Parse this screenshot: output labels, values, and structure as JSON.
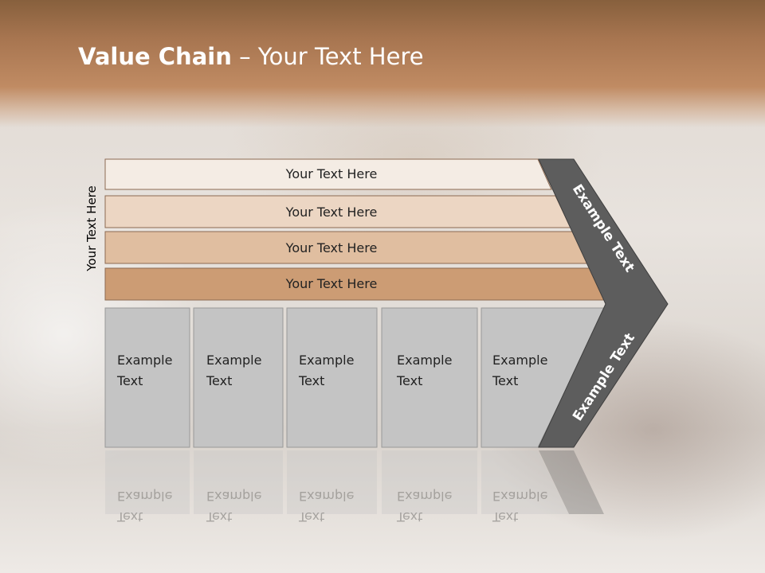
{
  "title": {
    "bold": "Value Chain",
    "rest": " – Your Text Here"
  },
  "side_label": "Your Text Here",
  "support_activities": [
    {
      "label": "Your Text Here"
    },
    {
      "label": "Your Text Here"
    },
    {
      "label": "Your Text Here"
    },
    {
      "label": "Your Text Here"
    }
  ],
  "primary_activities": [
    {
      "line1": "Example",
      "line2": "Text"
    },
    {
      "line1": "Example",
      "line2": "Text"
    },
    {
      "line1": "Example",
      "line2": "Text"
    },
    {
      "line1": "Example",
      "line2": "Text"
    },
    {
      "line1": "Example",
      "line2": "Text"
    }
  ],
  "margin_top_label": "Example Text",
  "margin_bottom_label": "Example Text",
  "colors": {
    "header": "#b07a52",
    "bar1": "#f4ece4",
    "bar2": "#ecd6c3",
    "bar3": "#e0bea0",
    "bar4": "#cc9c74",
    "box": "#c4c4c4",
    "arrow": "#5d5d5d"
  }
}
